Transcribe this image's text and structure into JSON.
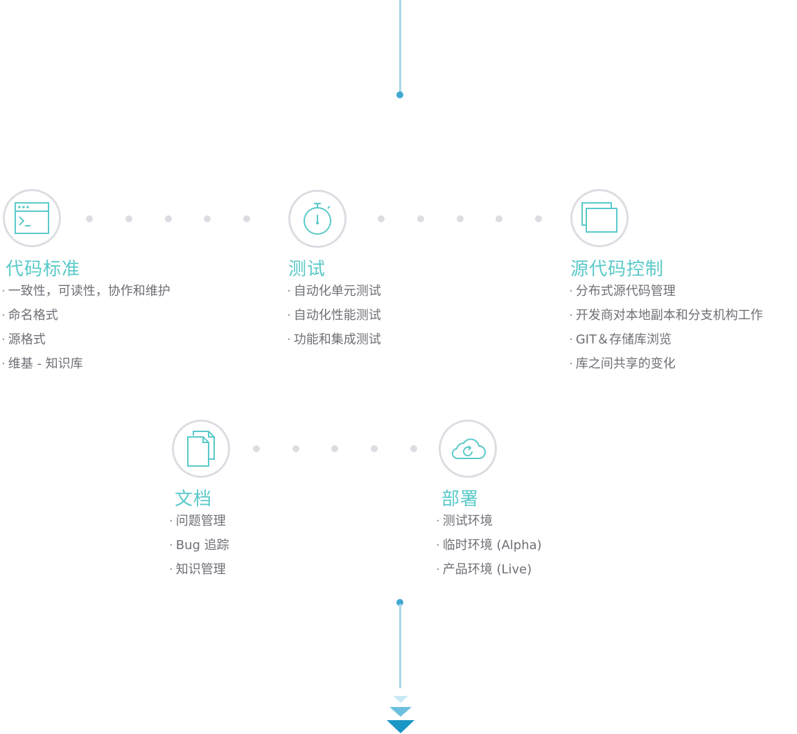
{
  "colors": {
    "accent_title": "#5ac9c9",
    "icon_stroke": "#5ac9c9",
    "circle_border": "#dcdde2",
    "connector_dot": "#dcdde2",
    "flow_line": "#a9d8e9",
    "flow_dot": "#3fa9d1",
    "arrow_light": "#c9e9f4",
    "arrow_mid": "#6cc0de",
    "arrow_dark": "#1b97c5",
    "item_text": "#6e6f76"
  },
  "bullet": "·",
  "stages": [
    {
      "id": "code-standards",
      "icon": "terminal-window-icon",
      "title": "代码标准",
      "items": [
        "一致性，可读性，协作和维护",
        "命名格式",
        "源格式",
        "维基 - 知识库"
      ]
    },
    {
      "id": "testing",
      "icon": "stopwatch-icon",
      "title": "测试",
      "items": [
        "自动化单元测试",
        "自动化性能测试",
        "功能和集成测试"
      ]
    },
    {
      "id": "source-control",
      "icon": "stacked-windows-icon",
      "title": "源代码控制",
      "items": [
        "分布式源代码管理",
        "开发商对本地副本和分支机构工作",
        "GIT＆存储库浏览",
        "库之间共享的变化"
      ]
    },
    {
      "id": "documentation",
      "icon": "documents-icon",
      "title": "文档",
      "items": [
        "问题管理",
        "Bug 追踪",
        "知识管理"
      ]
    },
    {
      "id": "deployment",
      "icon": "cloud-refresh-icon",
      "title": "部署",
      "items": [
        "测试环境",
        "临时环境 (Alpha)",
        "产品环境 (Live)"
      ]
    }
  ]
}
